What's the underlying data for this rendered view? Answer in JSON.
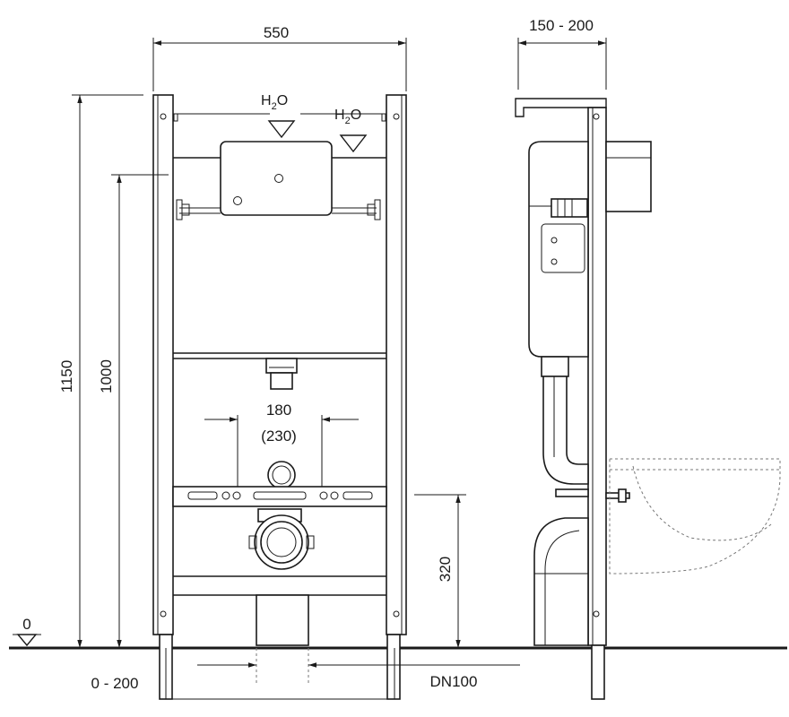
{
  "dimensions": {
    "width": "550",
    "depth": "150 - 200",
    "height_total": "1150",
    "height_frame": "1000",
    "outlet_spacing": "180",
    "outlet_spacing_alt": "(230)",
    "drain_height": "320",
    "floor_level": "0",
    "leg_extension": "0 - 200",
    "drain_pipe": "DN100"
  },
  "symbols": {
    "water_main": "H",
    "water_sub": "2",
    "water_tail": "O"
  }
}
